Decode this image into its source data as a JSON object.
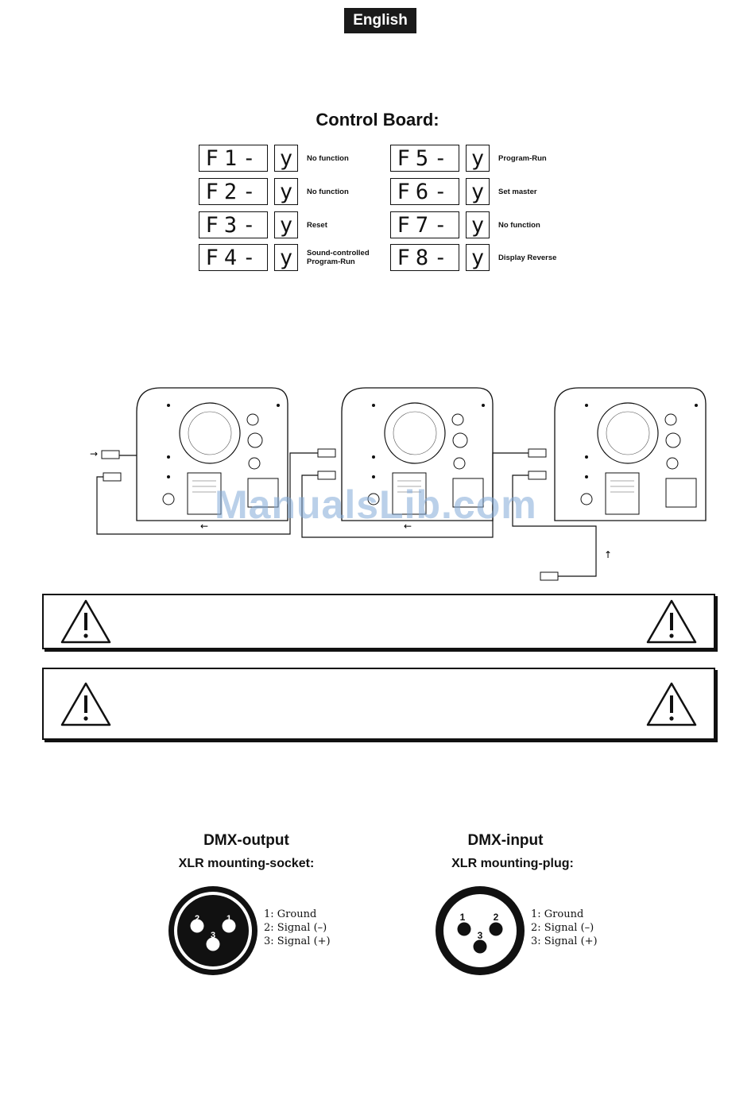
{
  "header": {
    "language": "English"
  },
  "control_board": {
    "title": "Control Board:",
    "left": [
      {
        "code": "F1-",
        "value": "y",
        "label": "No function"
      },
      {
        "code": "F2-",
        "value": "y",
        "label": "No function"
      },
      {
        "code": "F3-",
        "value": "y",
        "label": "Reset"
      },
      {
        "code": "F4-",
        "value": "y",
        "label": "Sound-controlled Program-Run"
      }
    ],
    "right": [
      {
        "code": "F5-",
        "value": "y",
        "label": "Program-Run"
      },
      {
        "code": "F6-",
        "value": "y",
        "label": "Set master"
      },
      {
        "code": "F7-",
        "value": "y",
        "label": "No function"
      },
      {
        "code": "F8-",
        "value": "y",
        "label": "Display Reverse"
      }
    ]
  },
  "watermark": "ManualsLib.com",
  "dmx": {
    "output": {
      "title": "DMX-output",
      "subtitle": "XLR mounting-socket:",
      "pins": [
        "1: Ground",
        "2: Signal (–)",
        "3: Signal (+)"
      ]
    },
    "input": {
      "title": "DMX-input",
      "subtitle": "XLR mounting-plug:",
      "pins": [
        "1: Ground",
        "2: Signal (–)",
        "3: Signal (+)"
      ]
    }
  }
}
